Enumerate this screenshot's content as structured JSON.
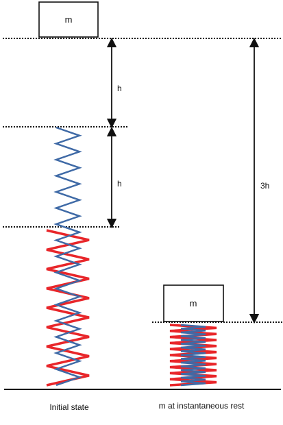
{
  "diagram": {
    "mass_label": "m",
    "dimension_labels": {
      "first_drop": "h",
      "second_drop": "h",
      "total": "3h"
    },
    "captions": {
      "left": "Initial state",
      "right": "m at instantaneous rest"
    },
    "colors": {
      "spring_outer": "#e8262a",
      "spring_inner": "#3f6aa6",
      "line": "#111111",
      "box_fill": "#ffffff"
    }
  }
}
